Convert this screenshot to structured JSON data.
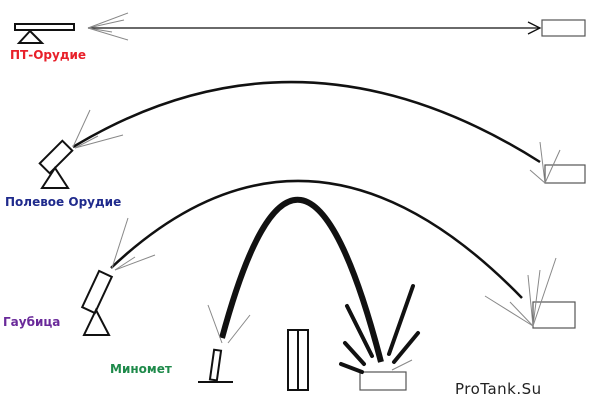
{
  "labels": {
    "at_gun": "ПТ-Орудие",
    "field_gun": "Полевое Орудие",
    "howitzer": "Гаубица",
    "mortar": "Миномет"
  },
  "watermark": "ProTank.Su",
  "colors": {
    "at_gun": "#e8202a",
    "field_gun": "#1f2a8c",
    "howitzer": "#6a2a9a",
    "mortar": "#1e8a4a"
  }
}
